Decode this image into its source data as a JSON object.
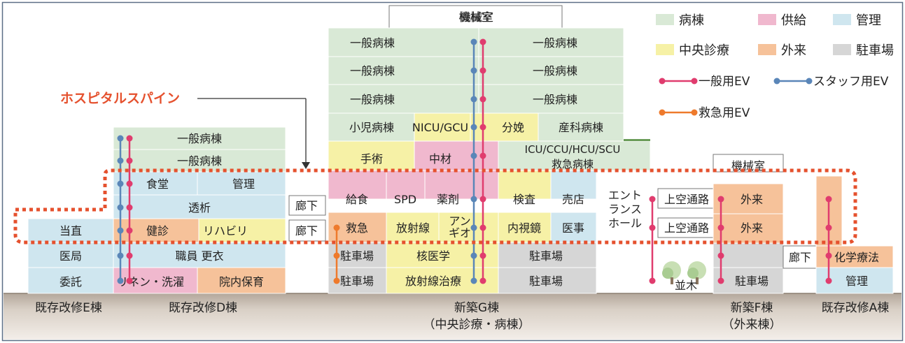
{
  "legend": {
    "categories": [
      {
        "key": "ward",
        "label": "病棟",
        "color": "#d9e9d6"
      },
      {
        "key": "supply",
        "label": "供給",
        "color": "#f0b8ce"
      },
      {
        "key": "admin",
        "label": "管理",
        "color": "#cfe6ef"
      },
      {
        "key": "central",
        "label": "中央診療",
        "color": "#f6f1a6"
      },
      {
        "key": "outpatient",
        "label": "外来",
        "color": "#f6c29a"
      },
      {
        "key": "parking",
        "label": "駐車場",
        "color": "#d6d6d6"
      }
    ],
    "ev": [
      {
        "key": "general",
        "label": "一般用EV",
        "color": "#e03c6e"
      },
      {
        "key": "staff",
        "label": "スタッフ用EV",
        "color": "#5a86b8"
      },
      {
        "key": "emergency",
        "label": "救急用EV",
        "color": "#ee7a2c"
      }
    ]
  },
  "spine_label": "ホスピタルスパイン",
  "rooms": {
    "g_machine": "機械室",
    "g_ward_6_l": "一般病棟",
    "g_ward_6_r": "一般病棟",
    "g_ward_5_l": "一般病棟",
    "g_ward_5_r": "一般病棟",
    "g_ward_4_l": "一般病棟",
    "g_ward_4_r": "一般病棟",
    "g_pediatric": "小児病棟",
    "g_nicu": "NICU/GCU",
    "g_delivery": "分娩",
    "g_obstetric": "産科病棟",
    "g_surgery": "手術",
    "g_sterile": "中材",
    "g_icu_line1": "ICU/CCU/HCU/SCU",
    "g_icu_line2": "救急病棟",
    "g_meal": "給食",
    "g_spd": "SPD",
    "g_pharmacy": "薬剤",
    "g_lab": "検査",
    "g_shop": "売店",
    "g_emergency": "救急",
    "g_radiology": "放射線",
    "g_angio_1": "アン",
    "g_angio_2": "ギオ",
    "g_endoscopy": "内視鏡",
    "g_medaffairs": "医事",
    "g_parking_b1_l": "駐車場",
    "g_nuclear": "核医学",
    "g_parking_b1_r": "駐車場",
    "g_parking_b2_l": "駐車場",
    "g_radiotherapy": "放射線治療",
    "g_parking_b2_r": "駐車場",
    "entrance_1": "エント",
    "entrance_2": "ランス",
    "entrance_3": "ホール",
    "d_ward_a": "一般病棟",
    "d_ward_b": "一般病棟",
    "d_cafeteria": "食堂",
    "d_admin": "管理",
    "d_dialysis": "透析",
    "d_checkup": "健診",
    "d_rehab": "リハビリ",
    "d_staff": "職員 更衣",
    "d_linen": "リネン・洗濯",
    "d_nursery": "院内保育",
    "e_oncall": "当直",
    "e_medoffice": "医局",
    "e_outsource": "委託",
    "corridor_1": "廊下",
    "corridor_2": "廊下",
    "corridor_3": "廊下",
    "skyway_1": "上空通路",
    "skyway_2": "上空通路",
    "f_machine": "機械室",
    "f_outpatient_2": "外来",
    "f_outpatient_1": "外来",
    "f_parking": "駐車場",
    "trees": "並木",
    "a_chemo": "化学療法",
    "a_admin": "管理"
  },
  "buildings": {
    "e": "既存改修E棟",
    "d": "既存改修D棟",
    "g_line1": "新築G棟",
    "g_line2": "（中央診療・病棟）",
    "f_line1": "新築F棟",
    "f_line2": "（外来棟）",
    "a": "既存改修A棟"
  }
}
